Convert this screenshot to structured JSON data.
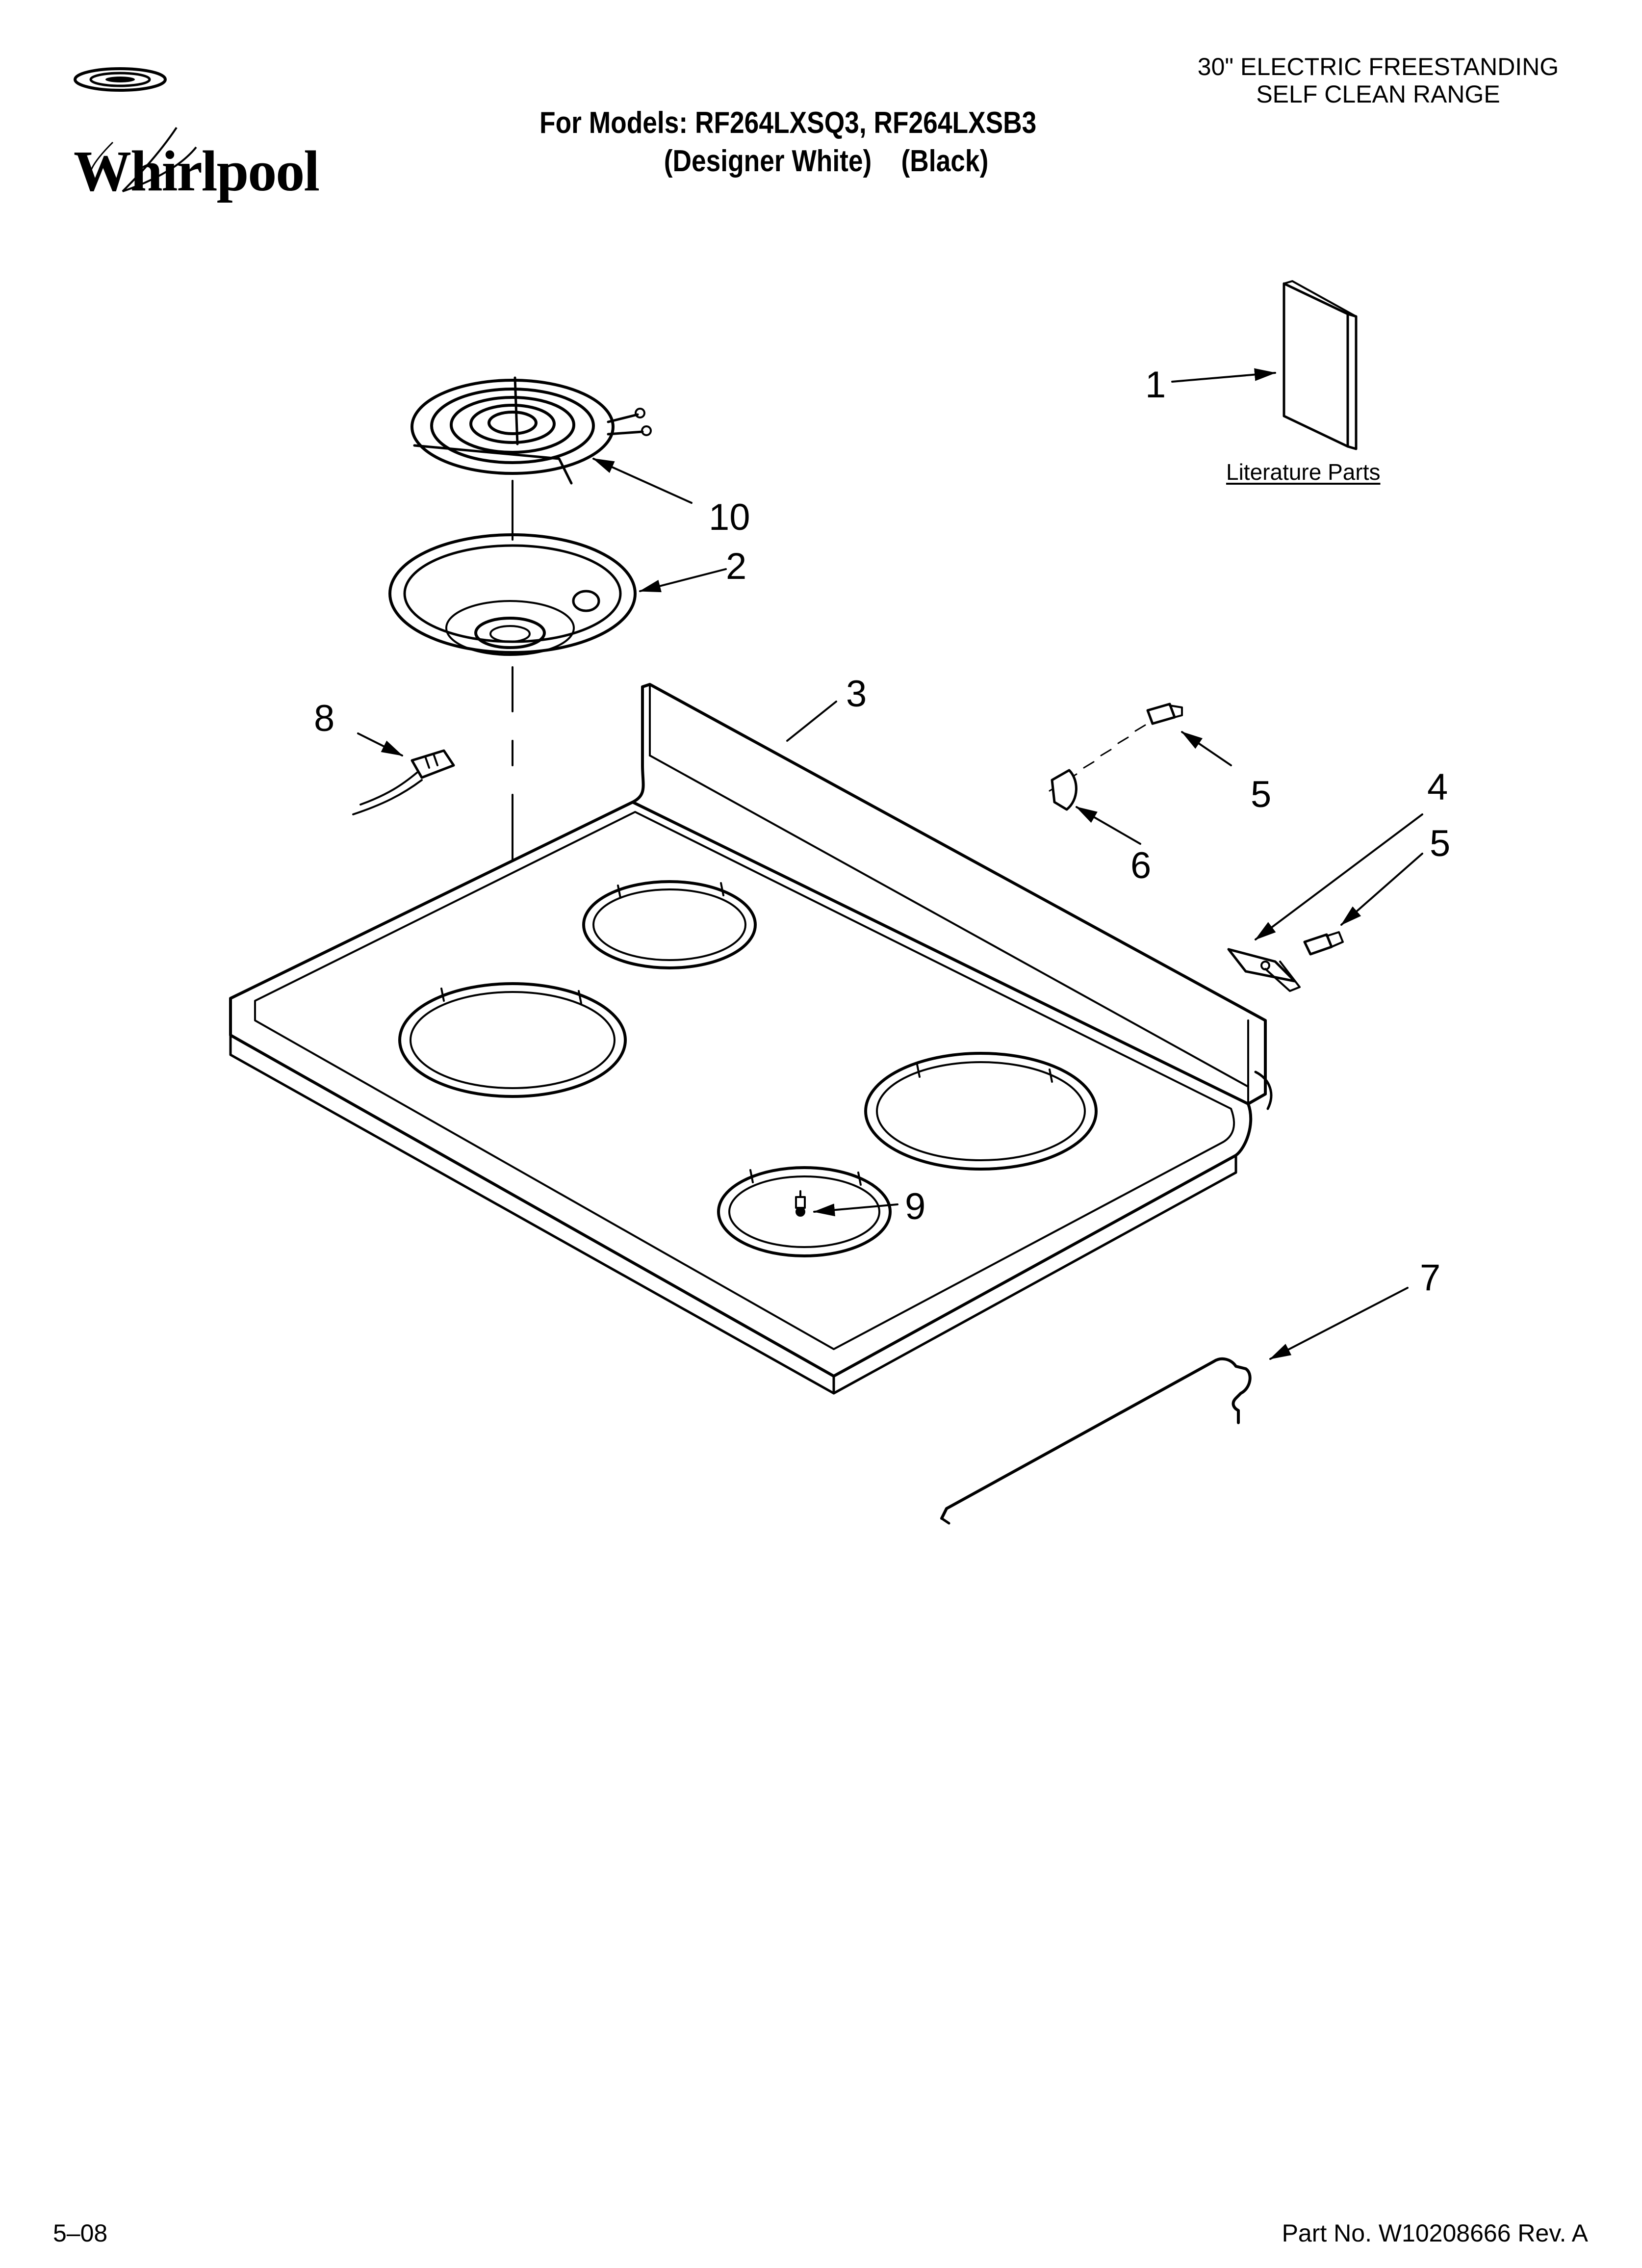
{
  "brand": {
    "name": "Whirlpool"
  },
  "header": {
    "models_line": "For Models: RF264LXSQ3, RF264LXSB3",
    "variant_1": "(Designer White)",
    "variant_2": "(Black)",
    "product_line_1": "30\" ELECTRIC FREESTANDING",
    "product_line_2": "SELF CLEAN RANGE"
  },
  "literature": {
    "label": "Literature Parts"
  },
  "callouts": {
    "c1": "1",
    "c2": "2",
    "c3": "3",
    "c4": "4",
    "c5a": "5",
    "c5b": "5",
    "c6": "6",
    "c7": "7",
    "c8": "8",
    "c9": "9",
    "c10": "10"
  },
  "footer": {
    "date": "5–08",
    "part_no": "Part No. W10208666 Rev. A"
  }
}
